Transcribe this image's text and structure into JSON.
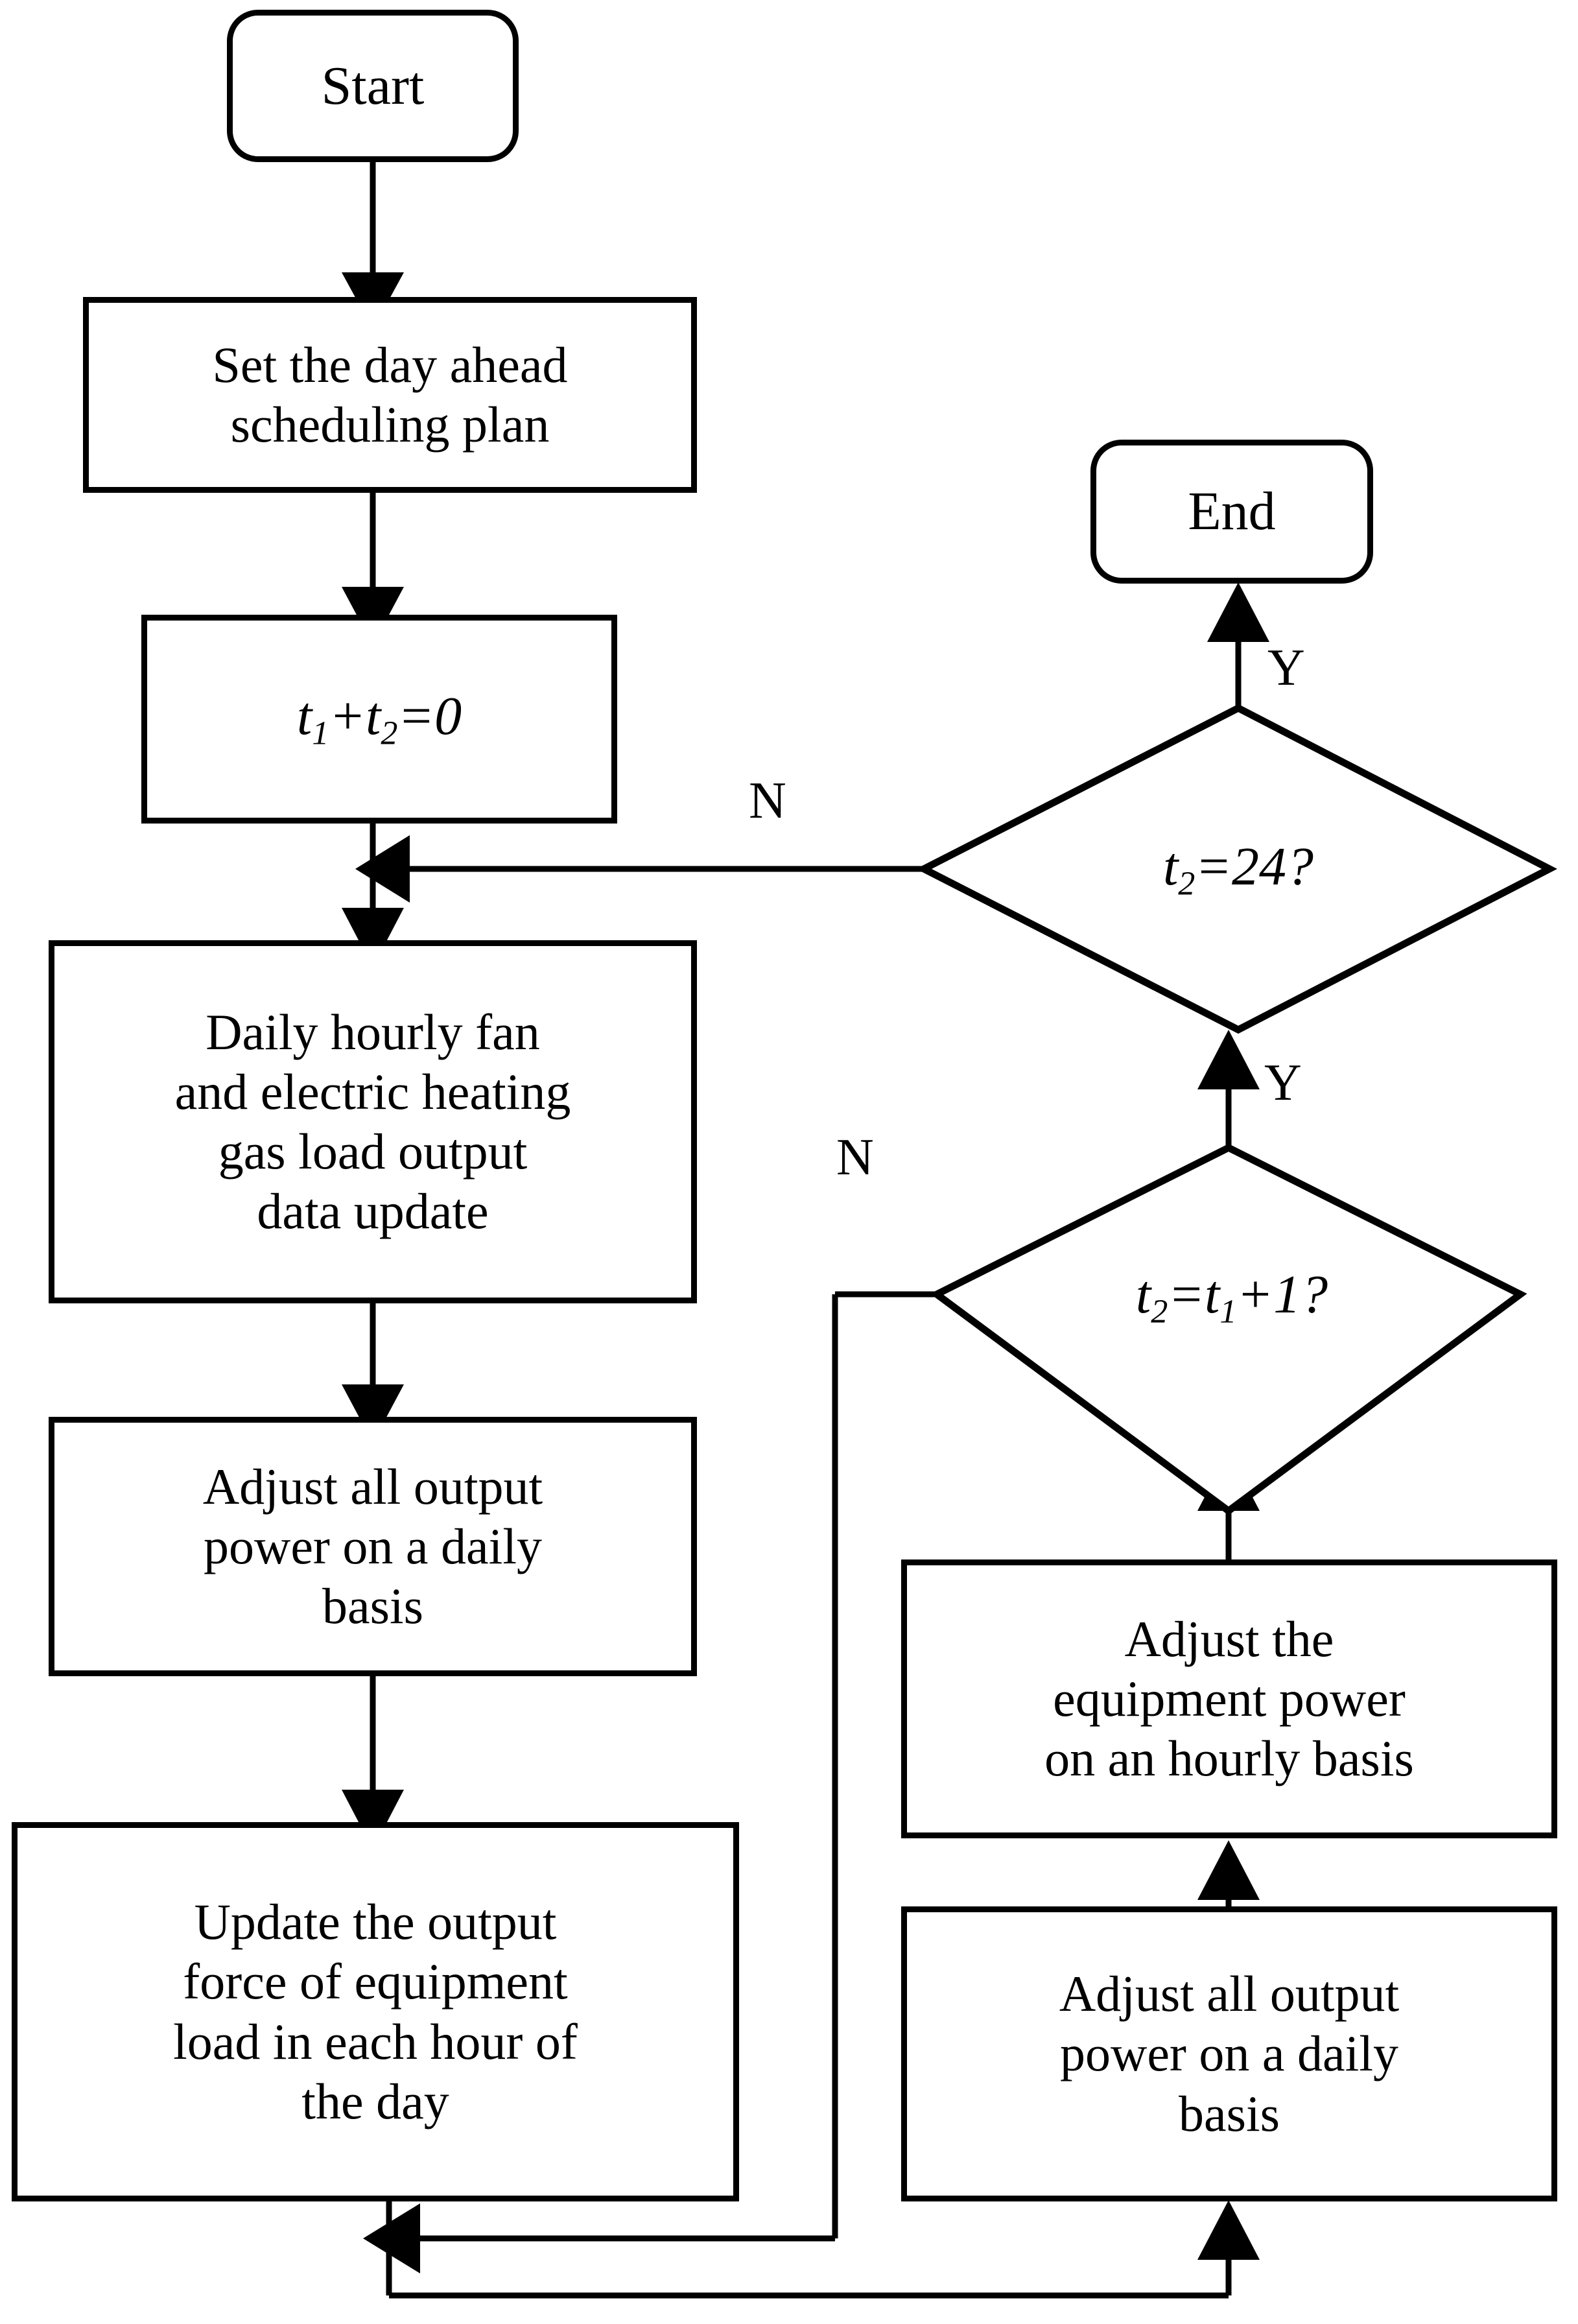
{
  "diagram": {
    "title": "Rolling day-ahead / intra-day scheduling flowchart",
    "type": "flowchart",
    "stroke_color": "#000000",
    "fill_color": "#ffffff",
    "nodes": {
      "start": {
        "label": "Start",
        "shape": "terminator"
      },
      "set_plan": {
        "label": "Set the day ahead scheduling plan",
        "shape": "process"
      },
      "init_time": {
        "label": "t1+t2=0",
        "shape": "process",
        "parts": {
          "a": "t",
          "a_sub": "1",
          "op": "+",
          "b": "t",
          "b_sub": "2",
          "eq": "=0"
        }
      },
      "data_update": {
        "label": "Daily hourly fan and electric heating gas load output data update",
        "shape": "process"
      },
      "adjust_daily_left": {
        "label": "Adjust all output power on a daily basis",
        "shape": "process"
      },
      "update_hourly": {
        "label": "Update the output force of equipment load in each hour of the day",
        "shape": "process"
      },
      "end": {
        "label": "End",
        "shape": "terminator"
      },
      "check_24": {
        "label": "t2=24?",
        "shape": "decision",
        "parts": {
          "a": "t",
          "a_sub": "2",
          "eq": "=24?"
        }
      },
      "check_next_hour": {
        "label": "t2=t1+1?",
        "shape": "decision",
        "parts": {
          "a": "t",
          "a_sub": "2",
          "eq": "=",
          "b": "t",
          "b_sub": "1",
          "tail": "+1?"
        }
      },
      "adjust_equipment_hourly": {
        "label": "Adjust the equipment power on an hourly basis",
        "shape": "process"
      },
      "adjust_daily_right": {
        "label": "Adjust all output power on a daily basis",
        "shape": "process"
      }
    },
    "node_text_lines": {
      "set_plan": [
        "Set the day ahead",
        "scheduling plan"
      ],
      "data_update": [
        "Daily hourly fan",
        "and electric heating",
        "gas load output",
        "data update"
      ],
      "adjust_daily_left": [
        "Adjust all output",
        "power on a daily",
        "basis"
      ],
      "update_hourly": [
        "Update the output",
        "force of equipment",
        "load in each hour of",
        "the day"
      ],
      "adjust_equipment_hourly": [
        "Adjust the",
        "equipment power",
        "on an hourly basis"
      ],
      "adjust_daily_right": [
        "Adjust all output",
        "power on a daily",
        "basis"
      ]
    },
    "branch_labels": {
      "yes_end": "Y",
      "no_24": "N",
      "yes_next_hour": "Y",
      "no_next_hour": "N"
    },
    "edges": [
      {
        "from": "start",
        "to": "set_plan",
        "label": ""
      },
      {
        "from": "set_plan",
        "to": "init_time",
        "label": ""
      },
      {
        "from": "init_time",
        "to": "data_update",
        "label": ""
      },
      {
        "from": "data_update",
        "to": "adjust_daily_left",
        "label": ""
      },
      {
        "from": "adjust_daily_left",
        "to": "update_hourly",
        "label": ""
      },
      {
        "from": "update_hourly",
        "to": "adjust_daily_right",
        "label": ""
      },
      {
        "from": "adjust_daily_right",
        "to": "adjust_equipment_hourly",
        "label": ""
      },
      {
        "from": "adjust_equipment_hourly",
        "to": "check_next_hour",
        "label": ""
      },
      {
        "from": "check_next_hour",
        "to": "check_24",
        "label": "Y"
      },
      {
        "from": "check_next_hour",
        "to": "update_hourly",
        "label": "N"
      },
      {
        "from": "check_24",
        "to": "end",
        "label": "Y"
      },
      {
        "from": "check_24",
        "to": "data_update",
        "label": "N"
      }
    ]
  }
}
